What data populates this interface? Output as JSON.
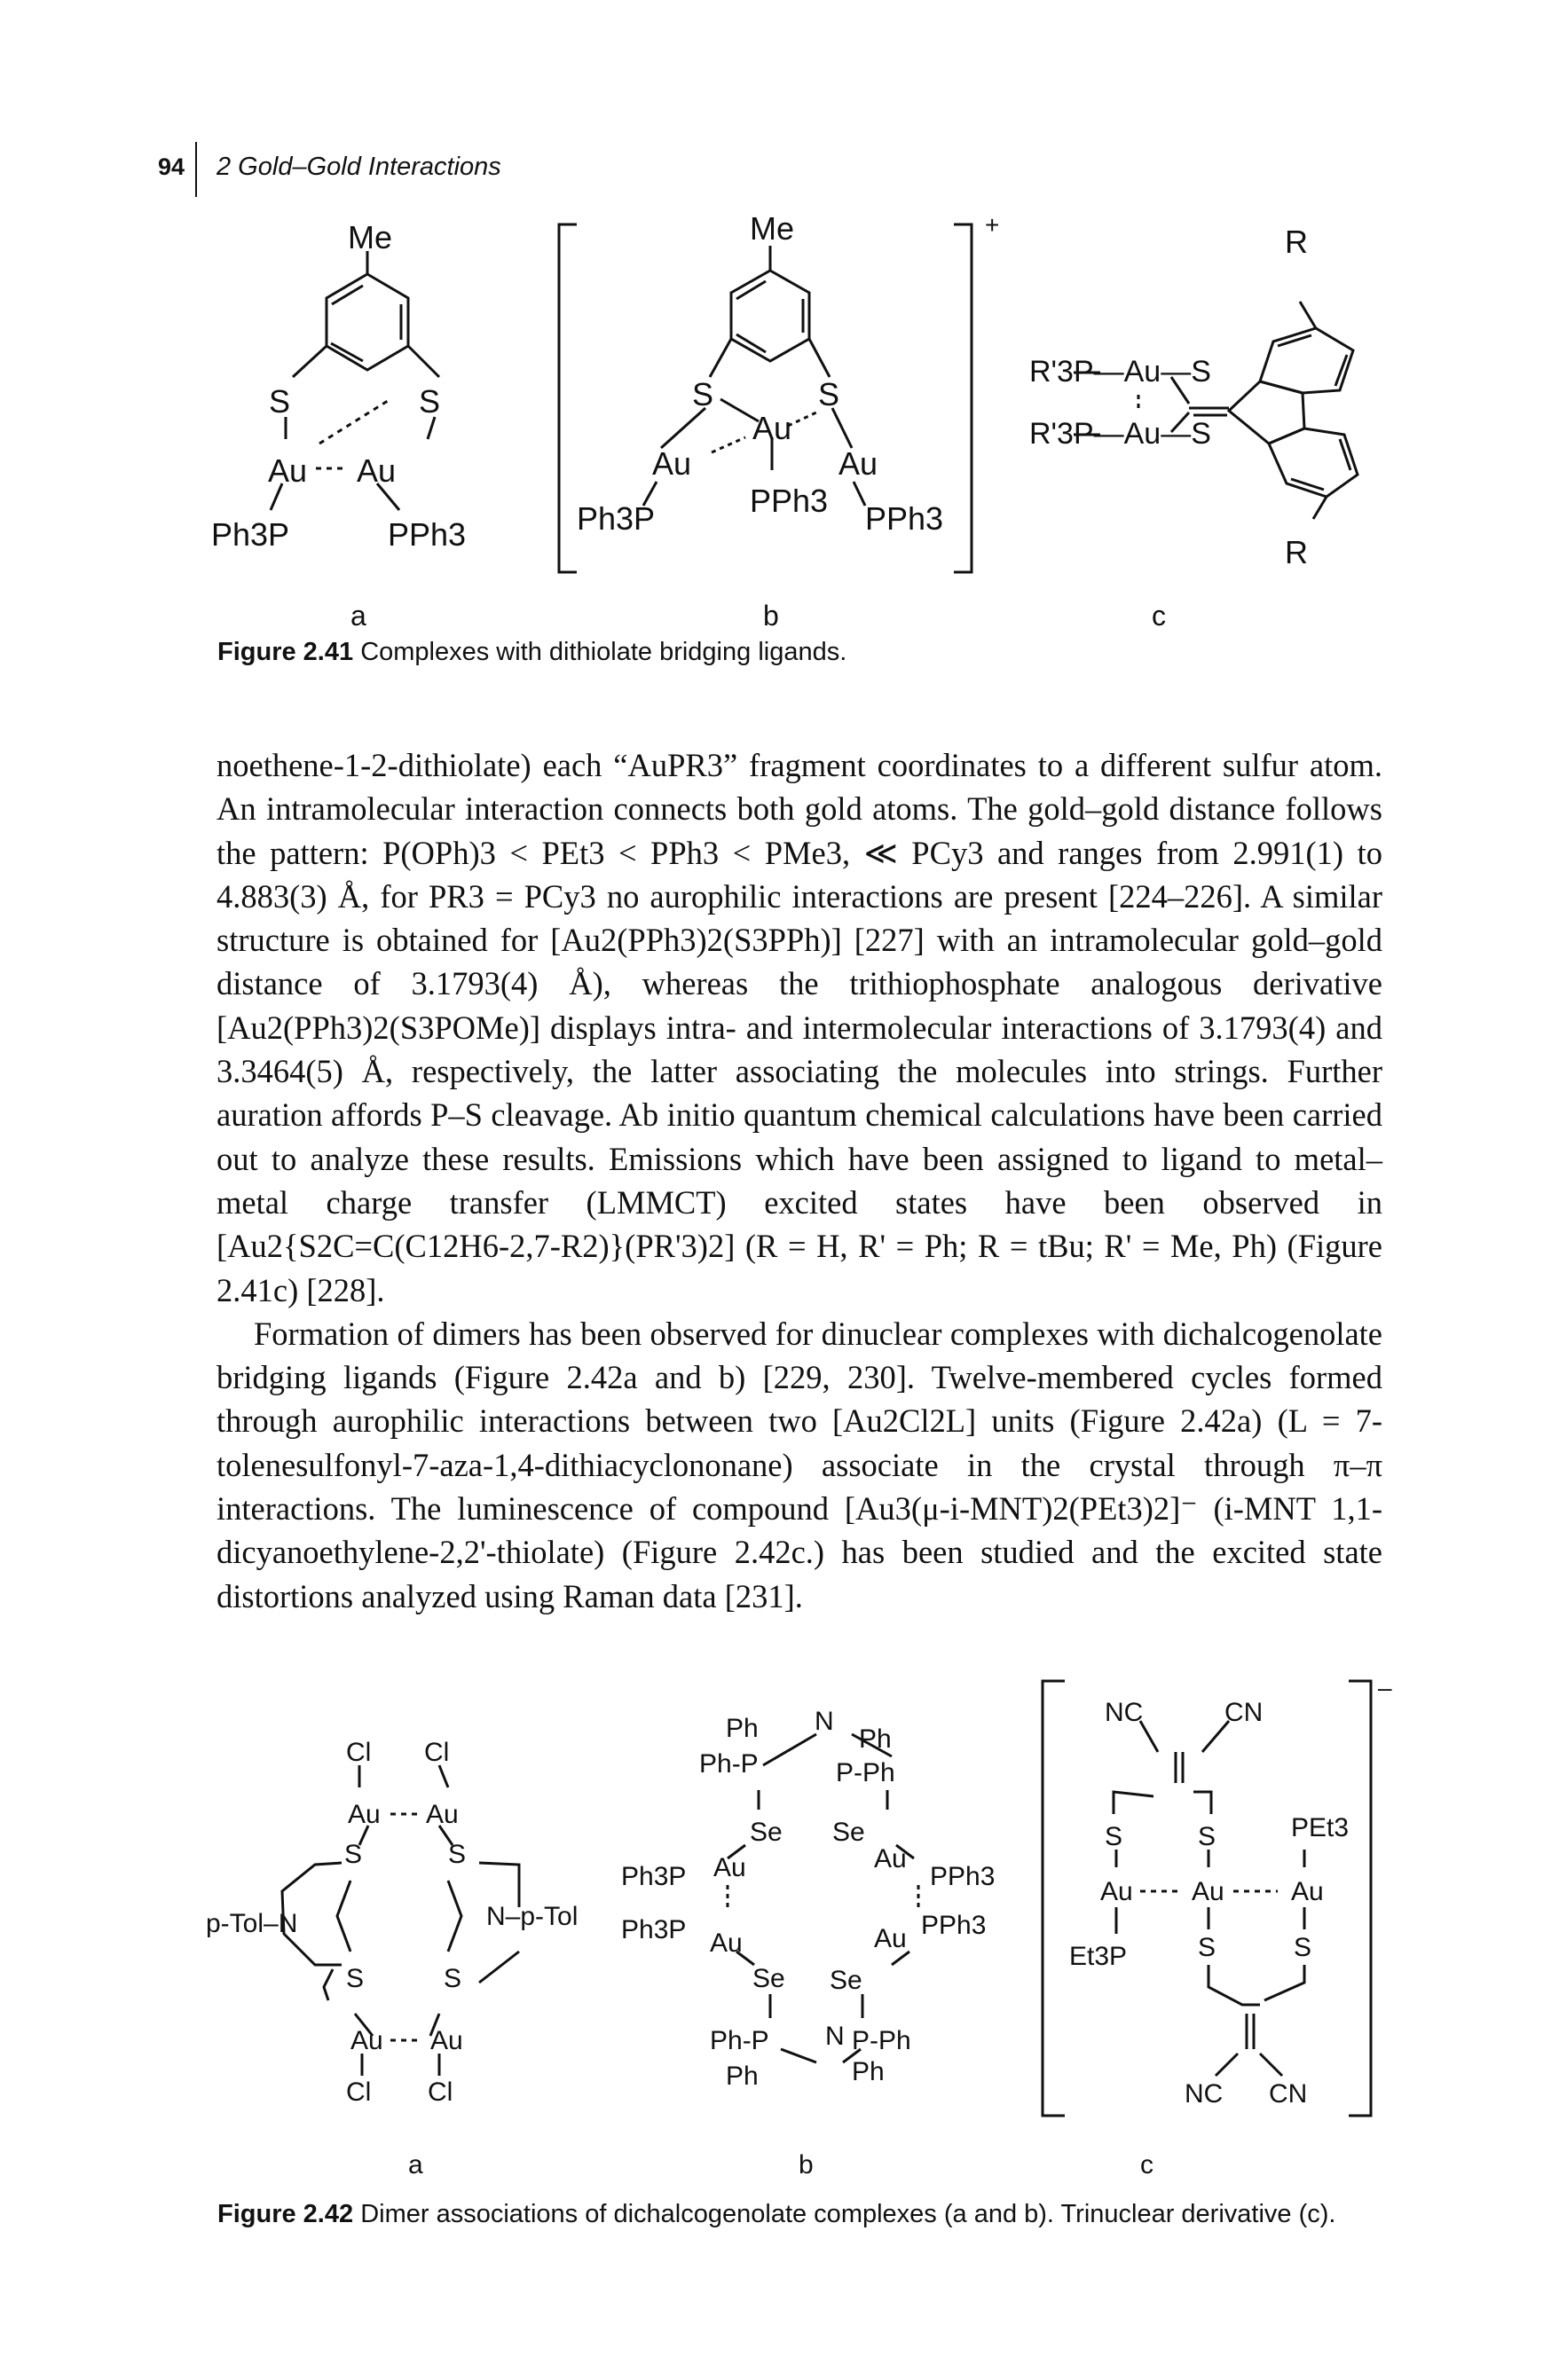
{
  "header": {
    "page_number": "94",
    "chapter_title": "2 Gold–Gold Interactions"
  },
  "figure_241": {
    "panel_labels": [
      "a",
      "b",
      "c"
    ],
    "caption_label": "Figure 2.41",
    "caption_text": "Complexes with dithiolate bridging ligands.",
    "a": {
      "me": "Me",
      "s1": "S",
      "s2": "S",
      "au1": "Au",
      "au2": "Au",
      "p1": "Ph3P",
      "p2": "PPh3"
    },
    "b": {
      "me": "Me",
      "s1": "S",
      "s2": "S",
      "au_top": "Au",
      "au_left": "Au",
      "au_right": "Au",
      "p1": "Ph3P",
      "p2": "PPh3",
      "p3": "PPh3",
      "charge": "+"
    },
    "c": {
      "r_top": "R",
      "r_bottom": "R",
      "row1": "R'3P—Au—S",
      "row2": "R'3P—Au—S"
    }
  },
  "paragraphs": [
    "noethene-1-2-dithiolate) each “AuPR3” fragment coordinates to a different sulfur atom. An intramolecular interaction connects both gold atoms. The gold–gold distance follows the pattern: P(OPh)3 < PEt3 < PPh3 < PMe3, ≪ PCy3 and ranges from 2.991(1) to 4.883(3) Å, for PR3 = PCy3 no aurophilic interactions are present [224–226]. A similar structure is obtained for [Au2(PPh3)2(S3PPh)] [227] with an intramolecular gold–gold distance of 3.1793(4) Å), whereas the trithiophosphate analogous derivative [Au2(PPh3)2(S3POMe)] displays intra- and intermolecular interactions of 3.1793(4) and 3.3464(5) Å, respectively, the latter associating the molecules into strings. Further auration affords P–S cleavage. Ab initio quantum chemical calculations have been carried out to analyze these results. Emissions which have been assigned to ligand to metal–metal charge transfer (LMMCT) excited states have been observed in [Au2{S2C=C(C12H6-2,7-R2)}(PR'3)2] (R = H, R' = Ph; R = tBu; R' = Me, Ph) (Figure 2.41c) [228].",
    "Formation of dimers has been observed for dinuclear complexes with dichalcogenolate bridging ligands (Figure 2.42a and b) [229, 230]. Twelve-membered cycles formed through aurophilic interactions between two [Au2Cl2L] units (Figure 2.42a) (L = 7-tolenesulfonyl-7-aza-1,4-dithiacyclononane) associate in the crystal through π–π interactions. The luminescence of compound [Au3(μ-i-MNT)2(PEt3)2]⁻ (i-MNT 1,1-dicyanoethylene-2,2'-thiolate) (Figure 2.42c.) has been studied and the excited state distortions analyzed using Raman data [231]."
  ],
  "figure_242": {
    "panel_labels": [
      "a",
      "b",
      "c"
    ],
    "caption_label": "Figure 2.42",
    "caption_text": "Dimer associations of dichalcogenolate complexes (a and b). Trinuclear derivative (c).",
    "a": {
      "cl": "Cl",
      "au": "Au",
      "s": "S",
      "n_left": "p-Tol–N",
      "n_right": "N–p-Tol"
    },
    "b": {
      "ph": "Ph",
      "n": "N",
      "p_ph": "Ph-P",
      "p_ph_r": "P-Ph",
      "se": "Se",
      "au": "Au",
      "pph3": "PPh3",
      "ph3p": "Ph3P"
    },
    "c": {
      "nc": "NC",
      "cn": "CN",
      "s": "S",
      "au": "Au",
      "pet3": "PEt3",
      "et3p": "Et3P",
      "charge": "–"
    }
  }
}
